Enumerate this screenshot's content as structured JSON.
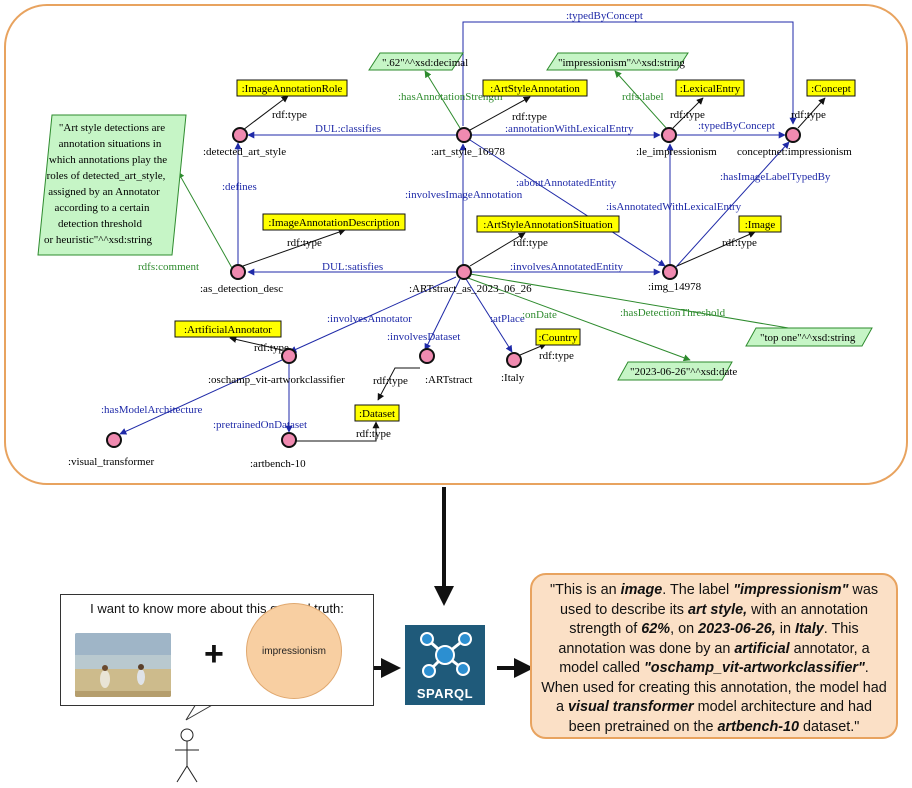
{
  "nodes": {
    "detected_art_style": ":detected_art_style",
    "art_style_16978": ":art_style_16978",
    "le_impressionism": ":le_impressionism",
    "conceptnet_impressionism": "conceptnet:impressionism",
    "as_detection_desc": ":as_detection_desc",
    "ARTstract_as_2023_06_26": ":ARTstract_as_2023_06_26",
    "img_14978": ":img_14978",
    "oschamp": ":oschamp_vit-artworkclassifier",
    "ARTstract": ":ARTstract",
    "Italy": ":Italy",
    "visual_transformer": ":visual_transformer",
    "artbench_10": ":artbench-10"
  },
  "classes": {
    "ImageAnnotationRole": ":ImageAnnotationRole",
    "ArtStyleAnnotation": ":ArtStyleAnnotation",
    "LexicalEntry": ":LexicalEntry",
    "Concept": ":Concept",
    "ImageAnnotationDescription": ":ImageAnnotationDescription",
    "ArtStyleAnnotationSituation": ":ArtStyleAnnotationSituation",
    "Image": ":Image",
    "ArtificialAnnotator": ":ArtificialAnnotator",
    "Country": ":Country",
    "Dataset": ":Dataset"
  },
  "literals": {
    "strength": "\".62\"^^xsd:decimal",
    "impressionism": "\"impressionism\"^^xsd:string",
    "comment": [
      "\"Art style detections are",
      "annotation situations in",
      "which annotations play the",
      "roles of detected_art_style,",
      "assigned by an Annotator",
      "according to a certain",
      "detection threshold",
      "or heuristic\"^^xsd:string"
    ],
    "top_one": "\"top one\"^^xsd:string",
    "date": "\"2023-06-26\"^^xsd:date"
  },
  "edges": {
    "typedByConcept_top": ":typedByConcept",
    "hasAnnotationStrength": ":hasAnnotationStrength",
    "rdfs_label": "rdfs:label",
    "rdf_type": "rdf:type",
    "DUL_classifies": "DUL:classifies",
    "annotationWithLexicalEntry": ":annotationWithLexicalEntry",
    "typedByConcept": ":typedByConcept",
    "defines": ":defines",
    "involvesImageAnnotation": ":involvesImageAnnotation",
    "aboutAnnotatedEntity": ":aboutAnnotatedEntity",
    "hasImageLabelTypedBy": ":hasImageLabelTypedBy",
    "isAnnotatedWithLexicalEntry": ":isAnnotatedWithLexicalEntry",
    "rdfs_comment": "rdfs:comment",
    "DUL_satisfies": "DUL:satisfies",
    "involvesAnnotatedEntity": ":involvesAnnotatedEntity",
    "involvesAnnotator": ":involvesAnnotator",
    "involvesDataset": ":involvesDataset",
    "atPlace": ":atPlace",
    "onDate": ":onDate",
    "hasDetectionThreshold": ":hasDetectionThreshold",
    "hasModelArchitecture": ":hasModelArchitecture",
    "pretrainedOnDataset": ":pretrainedOnDataset"
  },
  "query": {
    "question": "I want to know more about this ground truth:",
    "concept_label": "impressionism"
  },
  "sparql_label": "SPARQL",
  "answer": [
    {
      "t": "\"This is an ",
      "b": false
    },
    {
      "t": "image",
      "b": true
    },
    {
      "t": ". The label ",
      "b": false
    },
    {
      "t": "\"impressionism\"",
      "b": true
    },
    {
      "t": " was used to describe its ",
      "b": false
    },
    {
      "t": "art style,",
      "b": true
    },
    {
      "t": " with an annotation strength of ",
      "b": false
    },
    {
      "t": "62%",
      "b": true
    },
    {
      "t": ", on ",
      "b": false
    },
    {
      "t": "2023-06-26,",
      "b": true
    },
    {
      "t": " in ",
      "b": false
    },
    {
      "t": "Italy",
      "b": true
    },
    {
      "t": ". This annotation was done by an ",
      "b": false
    },
    {
      "t": "artificial",
      "b": true
    },
    {
      "t": " annotator, a model called ",
      "b": false
    },
    {
      "t": "\"oschamp_vit-artworkclassifier\"",
      "b": true
    },
    {
      "t": ". When used for creating this annotation, the model had a ",
      "b": false
    },
    {
      "t": "visual transformer",
      "b": true
    },
    {
      "t": " model architecture and had been pretrained on the ",
      "b": false
    },
    {
      "t": "artbench-10",
      "b": true
    },
    {
      "t": " dataset.\"",
      "b": false
    }
  ],
  "colors": {
    "graph_border": "#e8a35f",
    "node_fill": "#f08ab0",
    "class_fill": "#ffff00",
    "literal_fill": "#c6f5c6",
    "edge_blue": "#1f2aa8",
    "edge_green": "#2e8b2e",
    "answer_fill": "#fbe0c6",
    "concept_fill": "#f8cfa2"
  }
}
